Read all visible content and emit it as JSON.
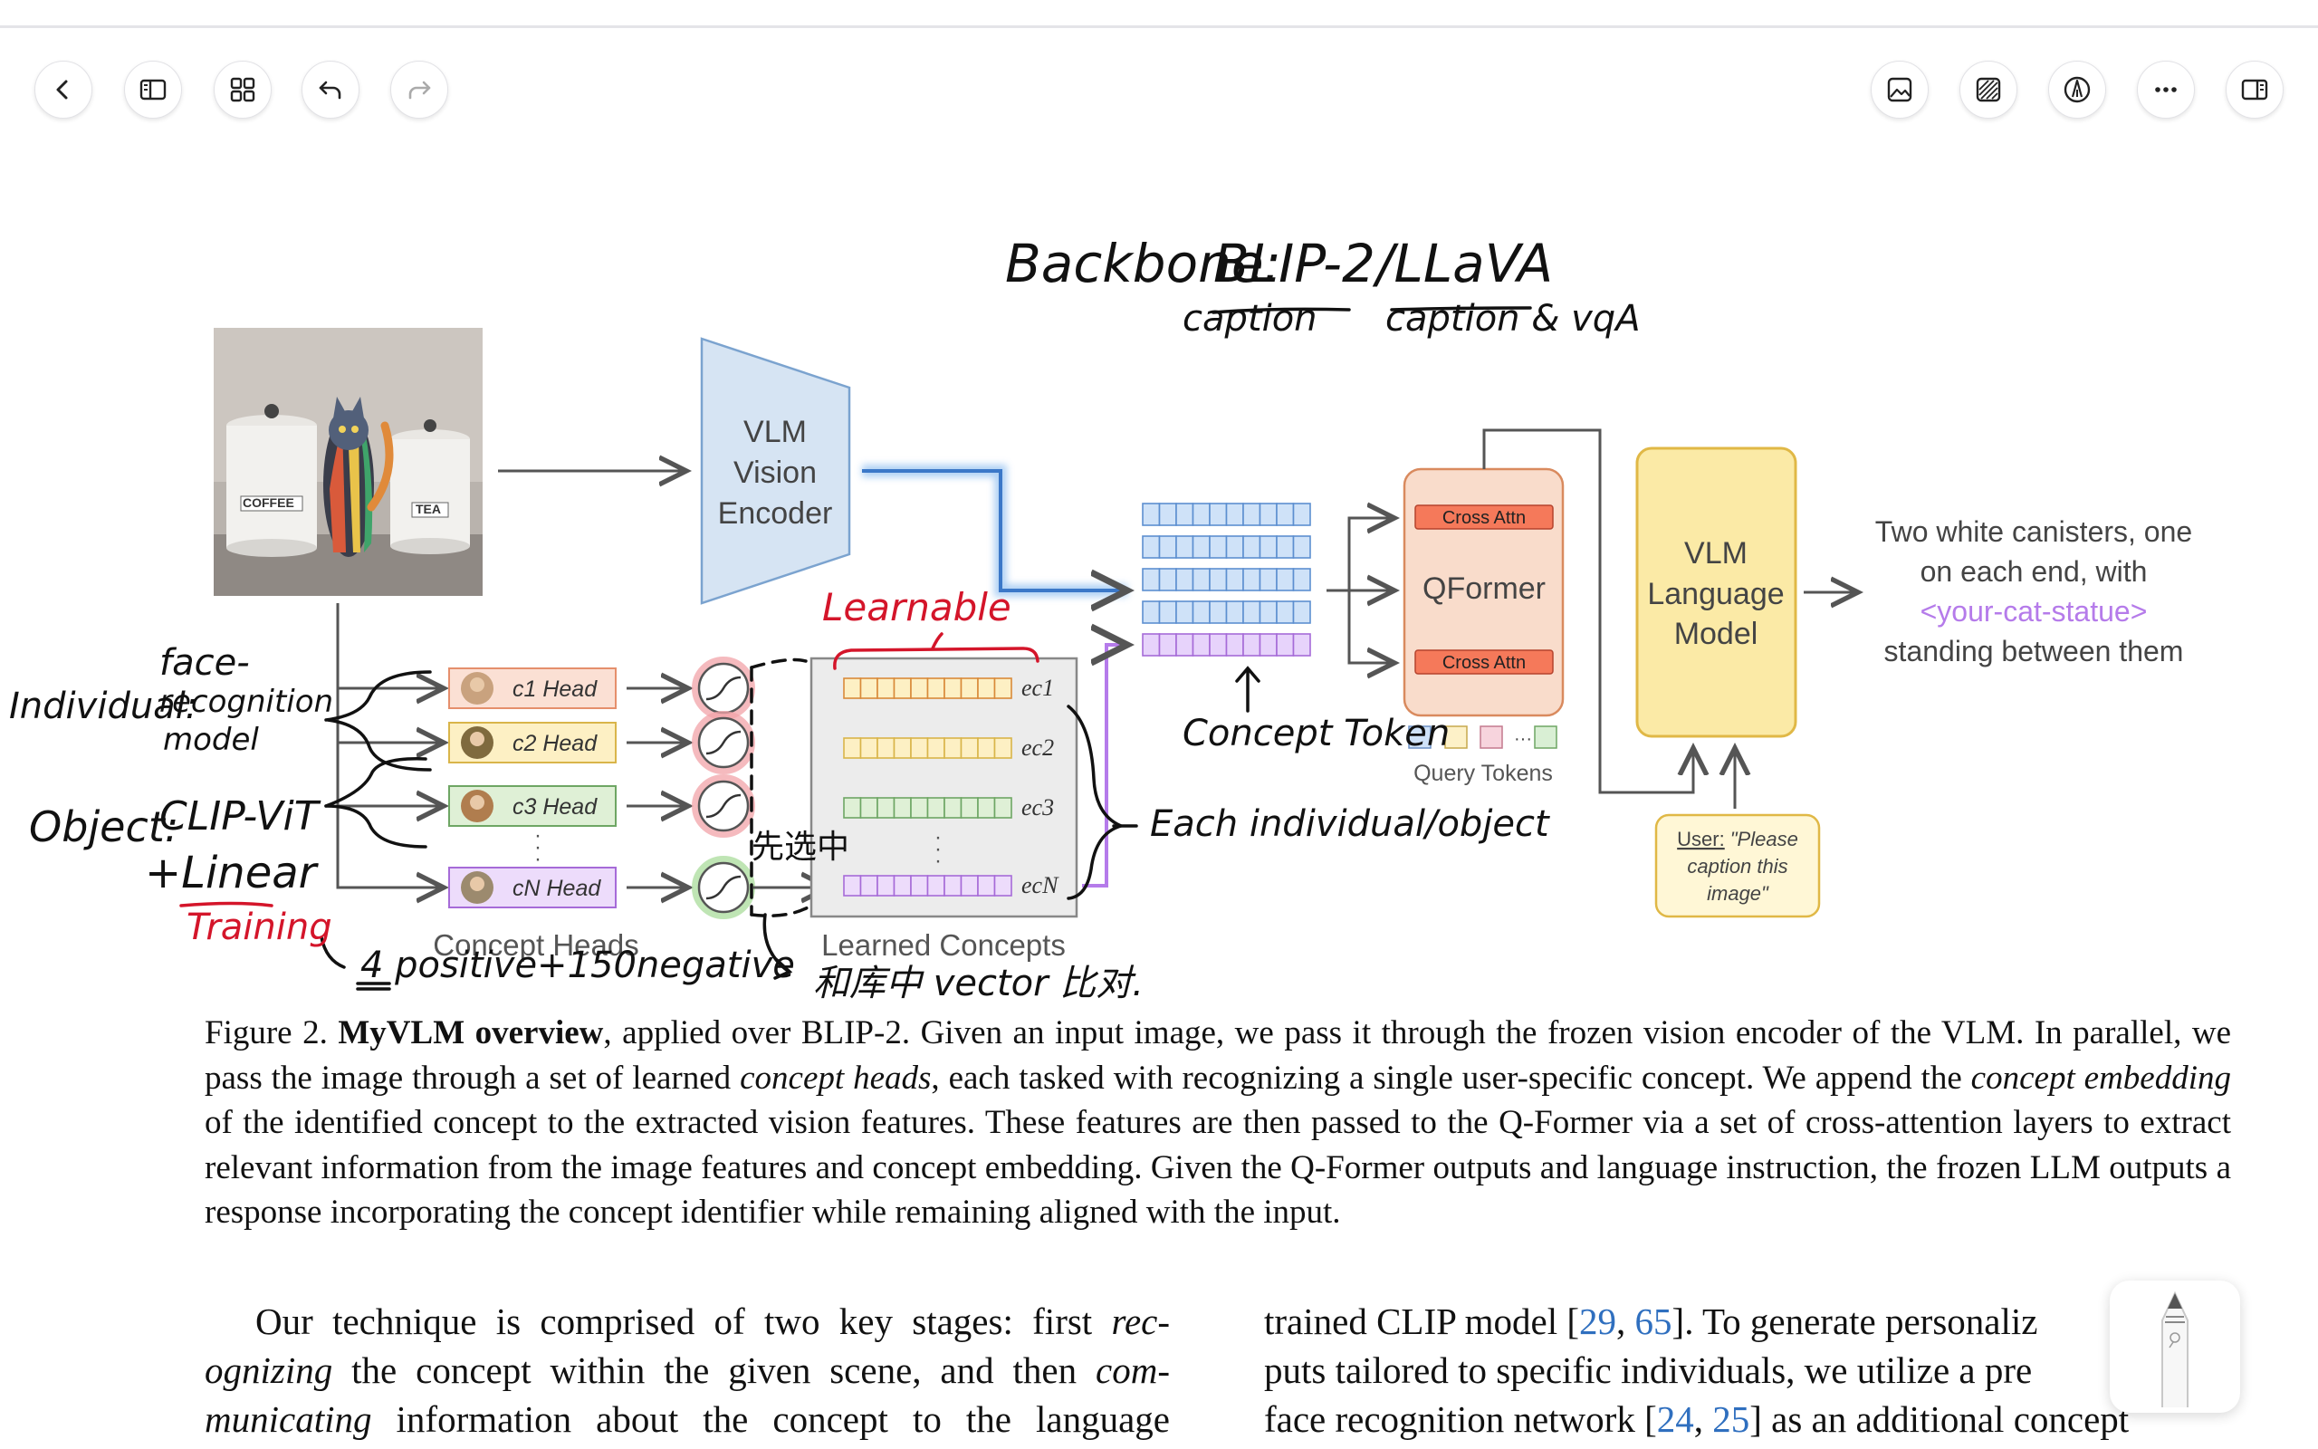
{
  "toolbar": {
    "left_icons": [
      "back-icon",
      "sidebar-toggle-icon",
      "grid-view-icon",
      "undo-icon",
      "redo-icon"
    ],
    "right_icons": [
      "image-insert-icon",
      "shape-fill-icon",
      "pen-tool-icon",
      "more-icon",
      "right-panel-icon"
    ]
  },
  "annotations": {
    "backbone": "Backbone: BLIP-2 /LLaVA",
    "backbone_label": "Backbone:",
    "blip2": "BLIP-2",
    "slash_llava": "/LLaVA",
    "caption": "caption",
    "caption_vqa": "caption & vqA",
    "learnable": "Learnable",
    "face": "face-",
    "individual": "Individual:",
    "recognition": "recognition",
    "model": "model",
    "object": "Object:",
    "clip_vit": "CLIP-ViT",
    "linear": "+Linear",
    "training": "Training",
    "pos_neg": "4 positive+150negative",
    "first_select": "先选中",
    "compare": "和库中 vector 比对.",
    "concept_token": "Concept Token",
    "each": "Each individual/object"
  },
  "figure": {
    "encoder_line1": "VLM",
    "encoder_line2": "Vision",
    "encoder_line3": "Encoder",
    "cross_attn_top": "Cross Attn",
    "qformer": "QFormer",
    "cross_attn_bottom": "Cross Attn",
    "query_tokens": "Query Tokens",
    "lm_line1": "VLM",
    "lm_line2": "Language",
    "lm_line3": "Model",
    "output_line1": "Two white canisters, one",
    "output_line2": "on each end, with",
    "output_line3": "<your-cat-statue>",
    "output_line4": "standing between them",
    "user_label": "User:",
    "user_text1": "\"Please",
    "user_text2": "caption this",
    "user_text3": "image\"",
    "heads": [
      "c1 Head",
      "c2 Head",
      "c3 Head",
      "cN Head"
    ],
    "embed_labels": [
      "ec1",
      "ec2",
      "ec3",
      "ecN"
    ],
    "concept_heads": "Concept Heads",
    "learned_concepts": "Learned Concepts",
    "photo_text_left": "COFFEE",
    "photo_text_right": "TEA",
    "colors": {
      "encoder": "#d6e4f3",
      "qformer": "#f9dccb",
      "lm": "#fbeaa6",
      "concept": "#9b59d6",
      "token_blue": "#cfe2f8"
    }
  },
  "caption": {
    "prefix": "Figure 2.",
    "bold": "MyVLM overview",
    "p1": ", applied over BLIP-2. Given an input image, we pass it through the frozen vision encoder of the VLM. In parallel, we pass the image through a set of learned ",
    "i1": "concept heads",
    "p2": ", each tasked with recognizing a single user-specific concept. We append the ",
    "i2": "concept embedding",
    "p3": " of the identified concept to the extracted vision features. These features are then passed to the Q-Former via a set of cross-attention layers to extract relevant information from the image features and concept embedding. Given the Q-Former outputs and language instruction, the frozen LLM outputs a response incorporating the concept identifier while remaining aligned with the input."
  },
  "left_column": {
    "line1_a": "Our technique is comprised of two key stages: first ",
    "line1_i": "rec-",
    "line2_i": "ognizing",
    "line2_a": " the concept within the given scene, and then ",
    "line2_i2": "com-",
    "line3_i": "municating",
    "line3_a": " information about the concept to the language"
  },
  "right_column": {
    "line1_a": "trained CLIP model [",
    "c29": "29",
    "sep": ", ",
    "c65": "65",
    "line1_b": "]. To generate personaliz",
    "line2": "puts tailored to specific individuals, we utilize a pre",
    "line3_a": "face recognition network [",
    "c24": "24",
    "c25": "25",
    "line3_b": "] as an additional concept"
  }
}
